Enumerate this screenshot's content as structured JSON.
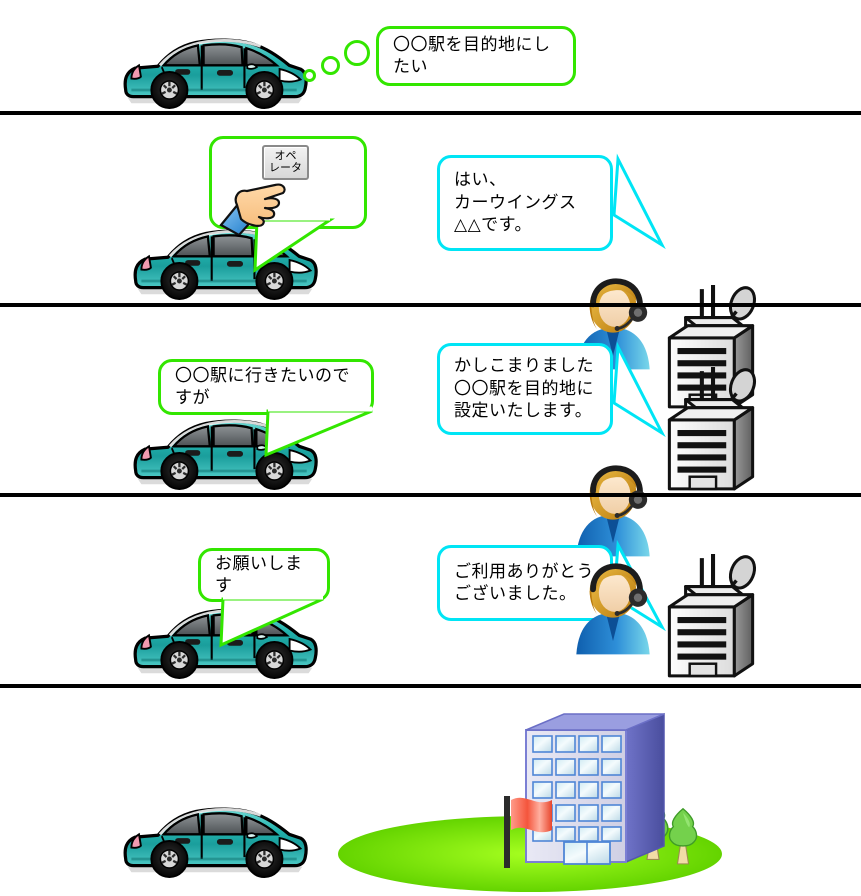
{
  "meta": {
    "title": "カーウイングス オペレータサービス 利用の流れ",
    "panel_count": 5
  },
  "colors": {
    "bubble_green": "#33e600",
    "bubble_cyan": "#00e5f5",
    "car_body": "#2bb7b3",
    "divider": "#000000",
    "grass": "#7cf000",
    "building_blue": "#7b7fd4",
    "flag_red": "#f4553c",
    "operator_shirt": "#1b6fc4",
    "operator_hair": "#d79a1c"
  },
  "panels": [
    {
      "id": "panel-1",
      "index": 1,
      "car": {
        "name": "car-teal-hatchback",
        "direction": "left"
      },
      "thought_dots": 3,
      "bubble": {
        "style": "thought",
        "border_color": "#33e600",
        "text": "〇〇駅を目的地にしたい"
      }
    },
    {
      "id": "panel-2",
      "index": 2,
      "car": {
        "name": "car-teal-hatchback",
        "direction": "left"
      },
      "driver_bubble": {
        "style": "speech",
        "border_color": "#33e600",
        "button_label": "オペ\nレータ",
        "hand_icon": "pointing-hand-icon"
      },
      "operator_bubble": {
        "style": "speech",
        "border_color": "#00e5f5",
        "text": "はい、\nカーウイングス\n△△です。"
      },
      "operator": {
        "name": "operator-avatar-headset"
      },
      "tower": {
        "name": "call-center-tower"
      }
    },
    {
      "id": "panel-3",
      "index": 3,
      "car": {
        "name": "car-teal-hatchback",
        "direction": "left"
      },
      "driver_bubble": {
        "style": "speech",
        "border_color": "#33e600",
        "text": "〇〇駅に行きたいのですが"
      },
      "operator_bubble": {
        "style": "speech",
        "border_color": "#00e5f5",
        "text": "かしこまりました\n〇〇駅を目的地に\n設定いたします。"
      },
      "operator": {
        "name": "operator-avatar-headset"
      },
      "tower": {
        "name": "call-center-tower"
      }
    },
    {
      "id": "panel-4",
      "index": 4,
      "car": {
        "name": "car-teal-hatchback",
        "direction": "left"
      },
      "driver_bubble": {
        "style": "speech",
        "border_color": "#33e600",
        "text": "お願いします"
      },
      "operator_bubble": {
        "style": "speech",
        "border_color": "#00e5f5",
        "text": "ご利用ありがとう\nございました。"
      },
      "operator": {
        "name": "operator-avatar-headset"
      },
      "tower": {
        "name": "call-center-tower"
      }
    },
    {
      "id": "panel-5",
      "index": 5,
      "car": {
        "name": "car-teal-hatchback",
        "direction": "left"
      },
      "destination": {
        "name": "destination-office-building",
        "flag": "red-flag-icon",
        "trees": 3,
        "window_rows": 5,
        "window_cols": 4
      }
    }
  ]
}
